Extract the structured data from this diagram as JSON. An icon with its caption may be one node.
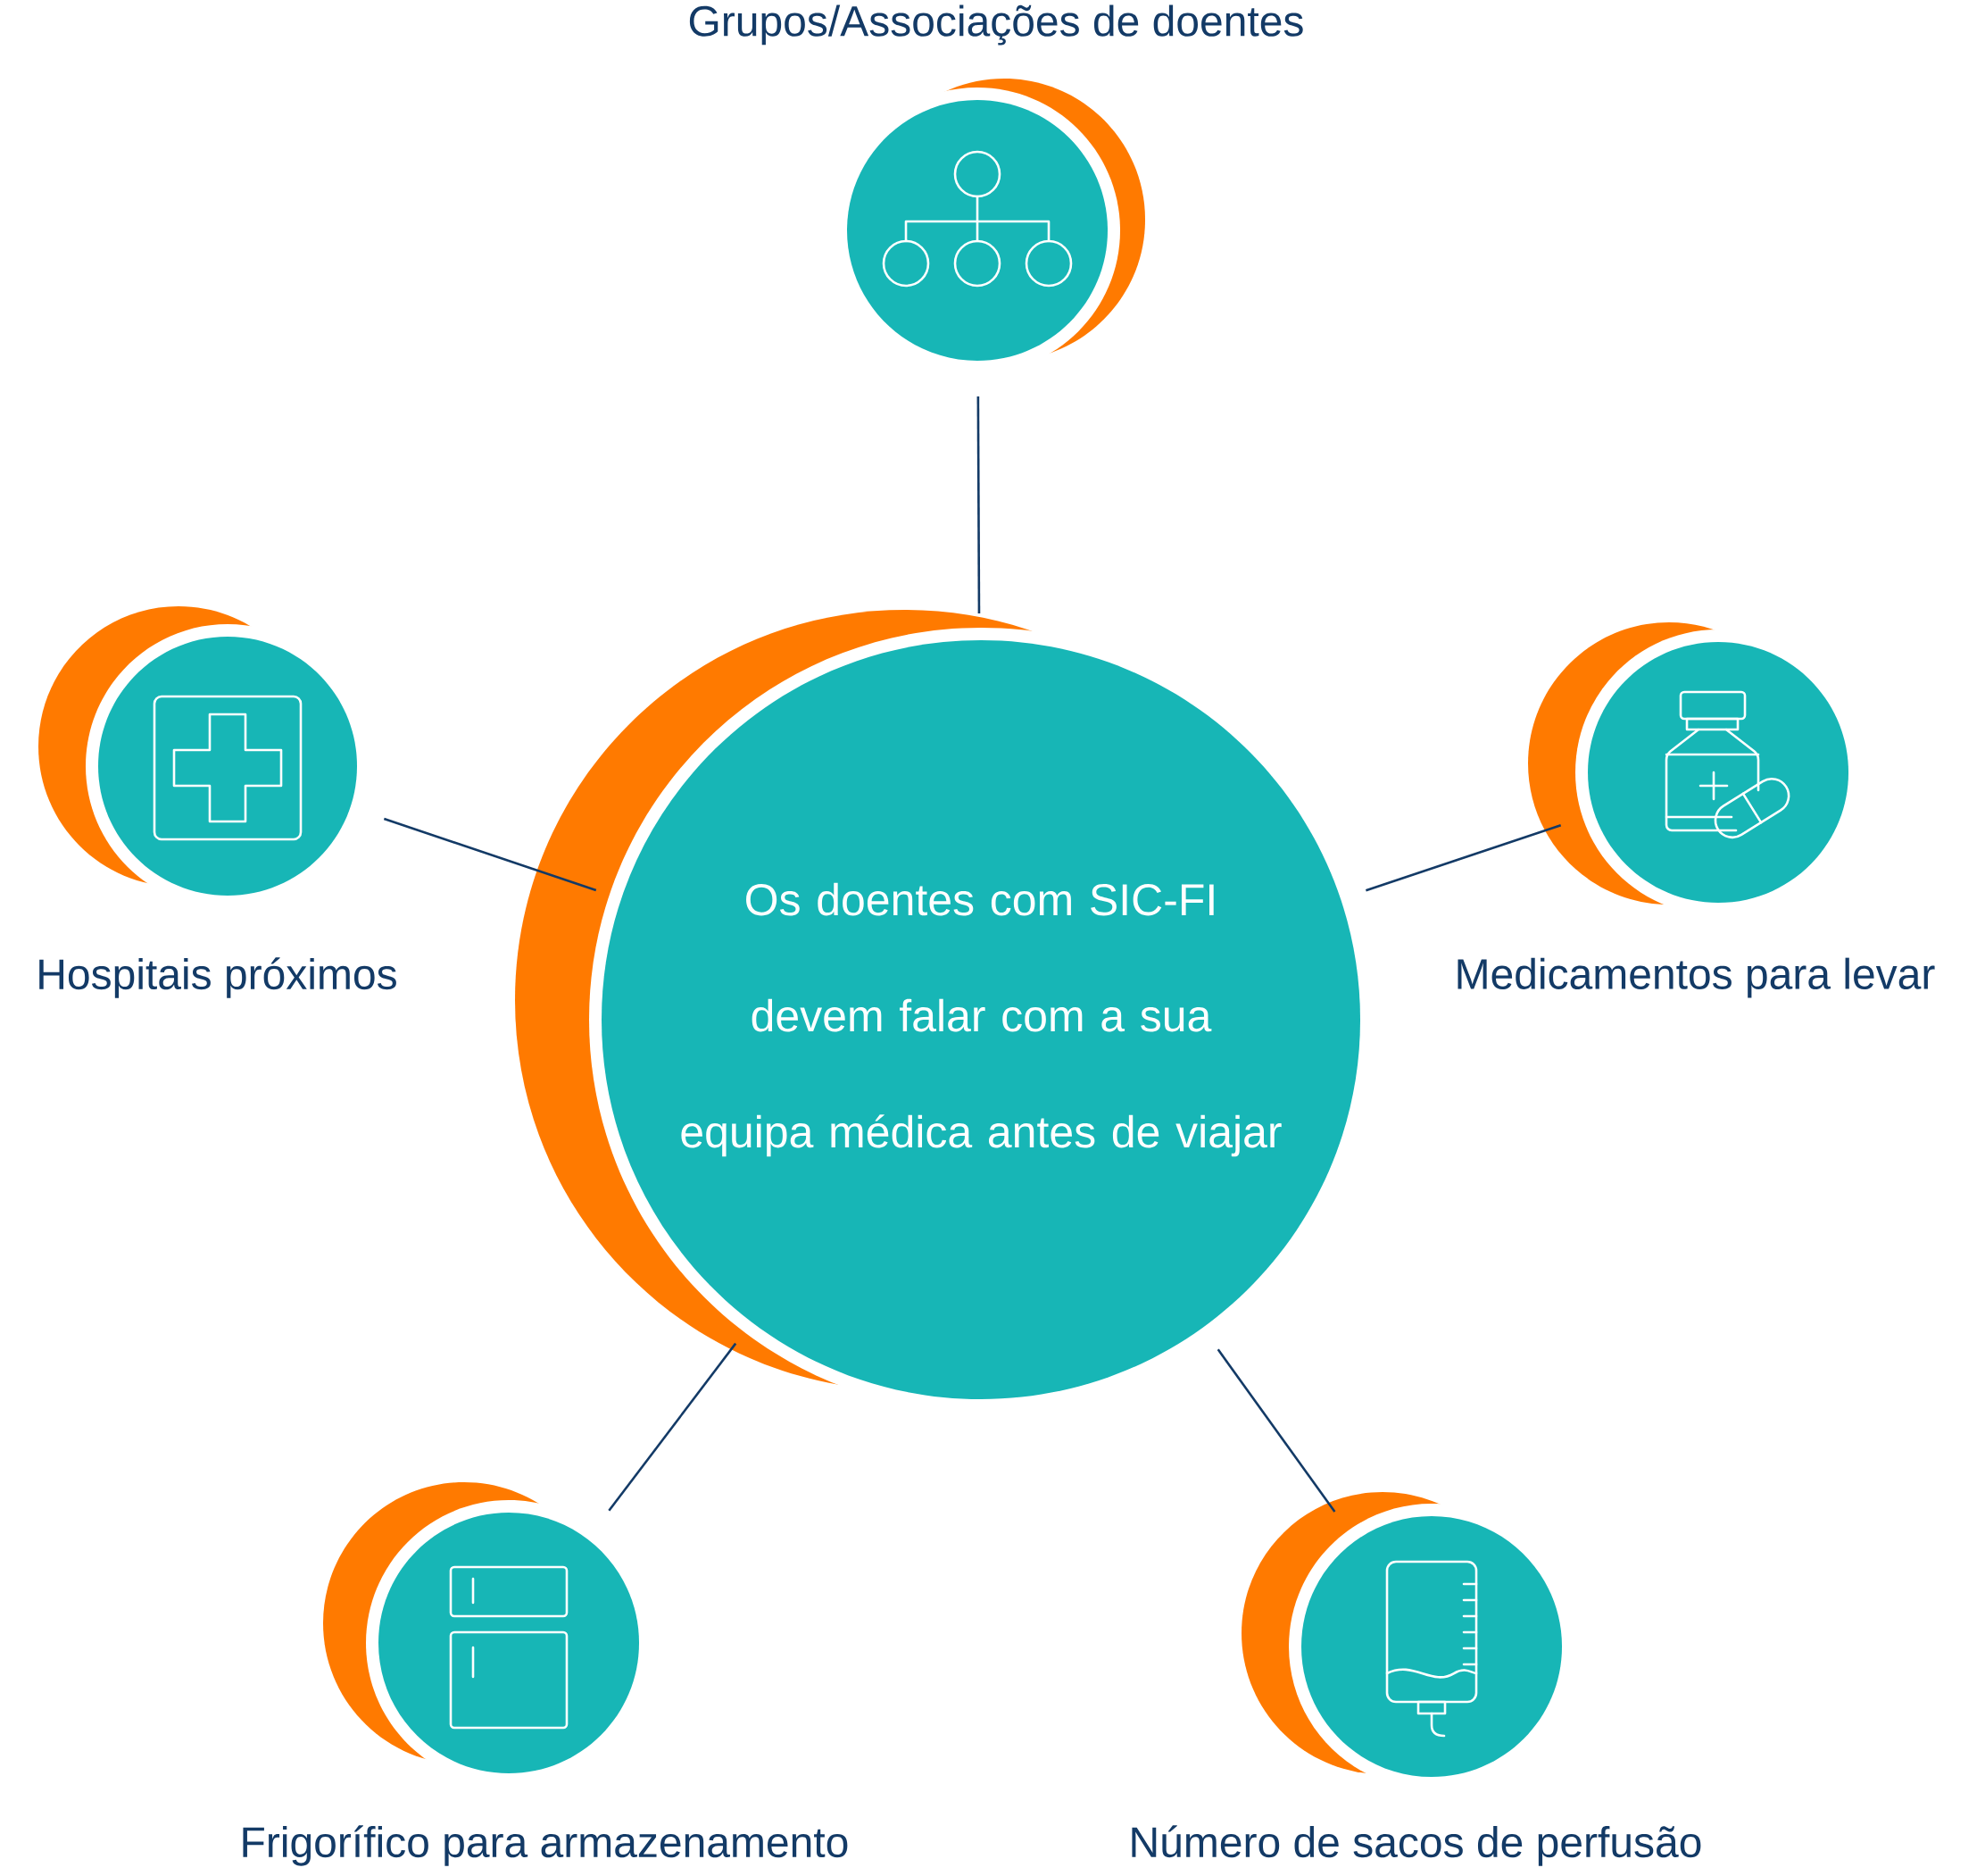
{
  "diagram": {
    "nodes": [
      {
        "text": [
          "Grupos/Associações de doentes"
        ]
      },
      {
        "text": [
          "Hospitais próximos"
        ]
      },
      {
        "text": [
          "Os doentes com SIC-FI devem falar com a sua equipa médica antes de viajar"
        ]
      },
      {
        "text": [
          "Medicamentos para levar"
        ]
      },
      {
        "text": [
          "Frigorífico para armazenamento"
        ]
      },
      {
        "text": [
          "Número de sacos de perfusão"
        ]
      }
    ],
    "edges": [
      {
        "from": 2,
        "to": 0,
        "arrow": "none"
      },
      {
        "from": 2,
        "to": 1,
        "arrow": "none"
      },
      {
        "from": 2,
        "to": 3,
        "arrow": "none"
      },
      {
        "from": 2,
        "to": 4,
        "arrow": "none"
      },
      {
        "from": 2,
        "to": 5,
        "arrow": "none"
      }
    ]
  }
}
